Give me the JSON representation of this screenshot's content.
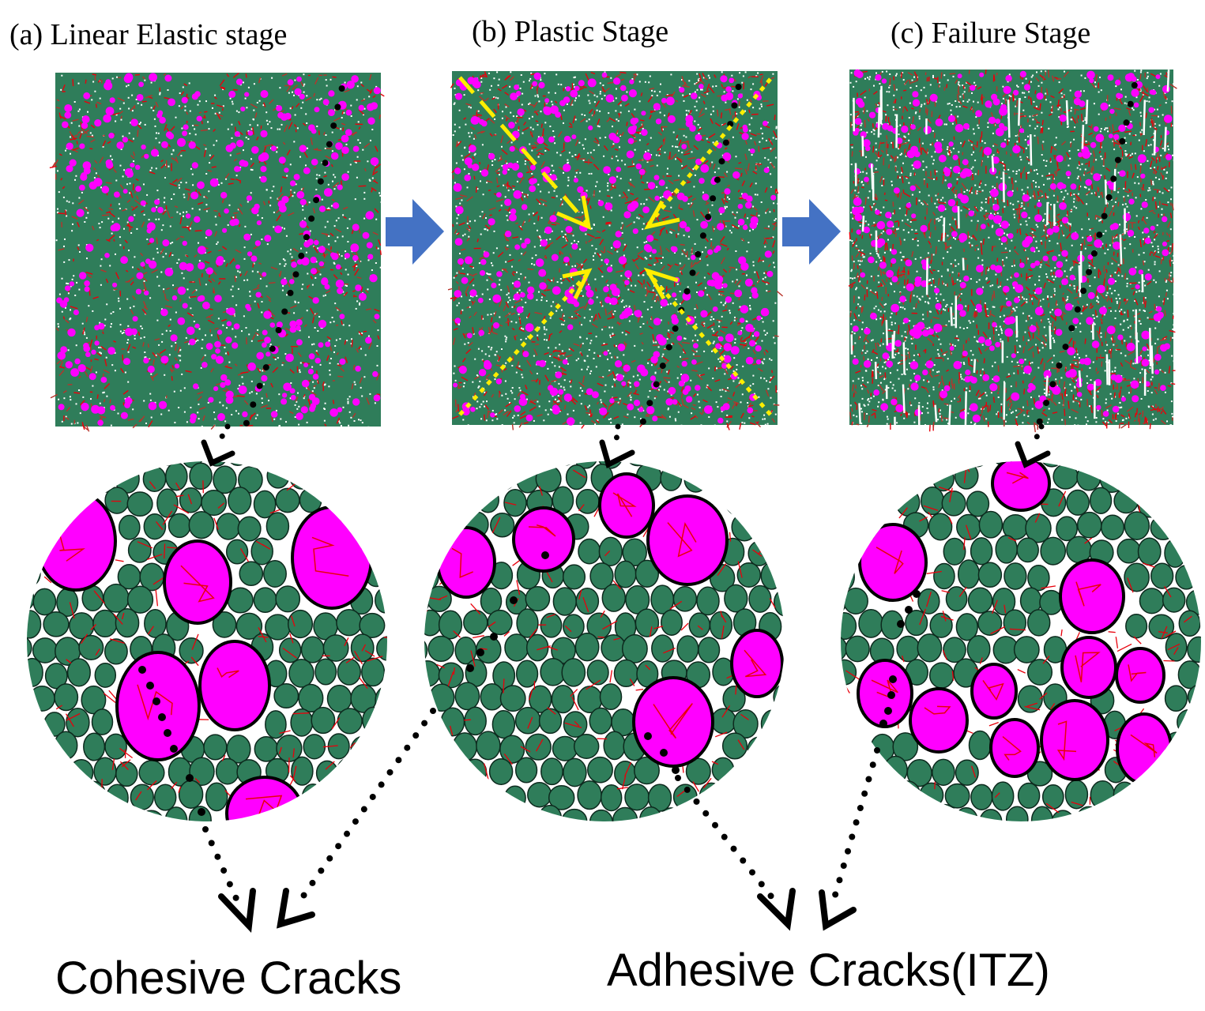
{
  "colors": {
    "title": "#e0000a",
    "matrix": "#2f7d5a",
    "aggregate": "#ff00ff",
    "crack": "#e8000b",
    "arrow": "#4472c4",
    "stress_path": "#ffee00",
    "outline": "#000000",
    "background": "#ffffff"
  },
  "stages": [
    {
      "title": "(a)  Linear Elastic stage",
      "seed": 11,
      "state": "intact"
    },
    {
      "title": "(b)   Plastic Stage",
      "seed": 23,
      "state": "plastic"
    },
    {
      "title": "(c)  Failure Stage",
      "seed": 37,
      "state": "failure"
    }
  ],
  "labels": {
    "cohesive": "Cohesive Cracks",
    "adhesive": "Adhesive Cracks(ITZ)"
  }
}
